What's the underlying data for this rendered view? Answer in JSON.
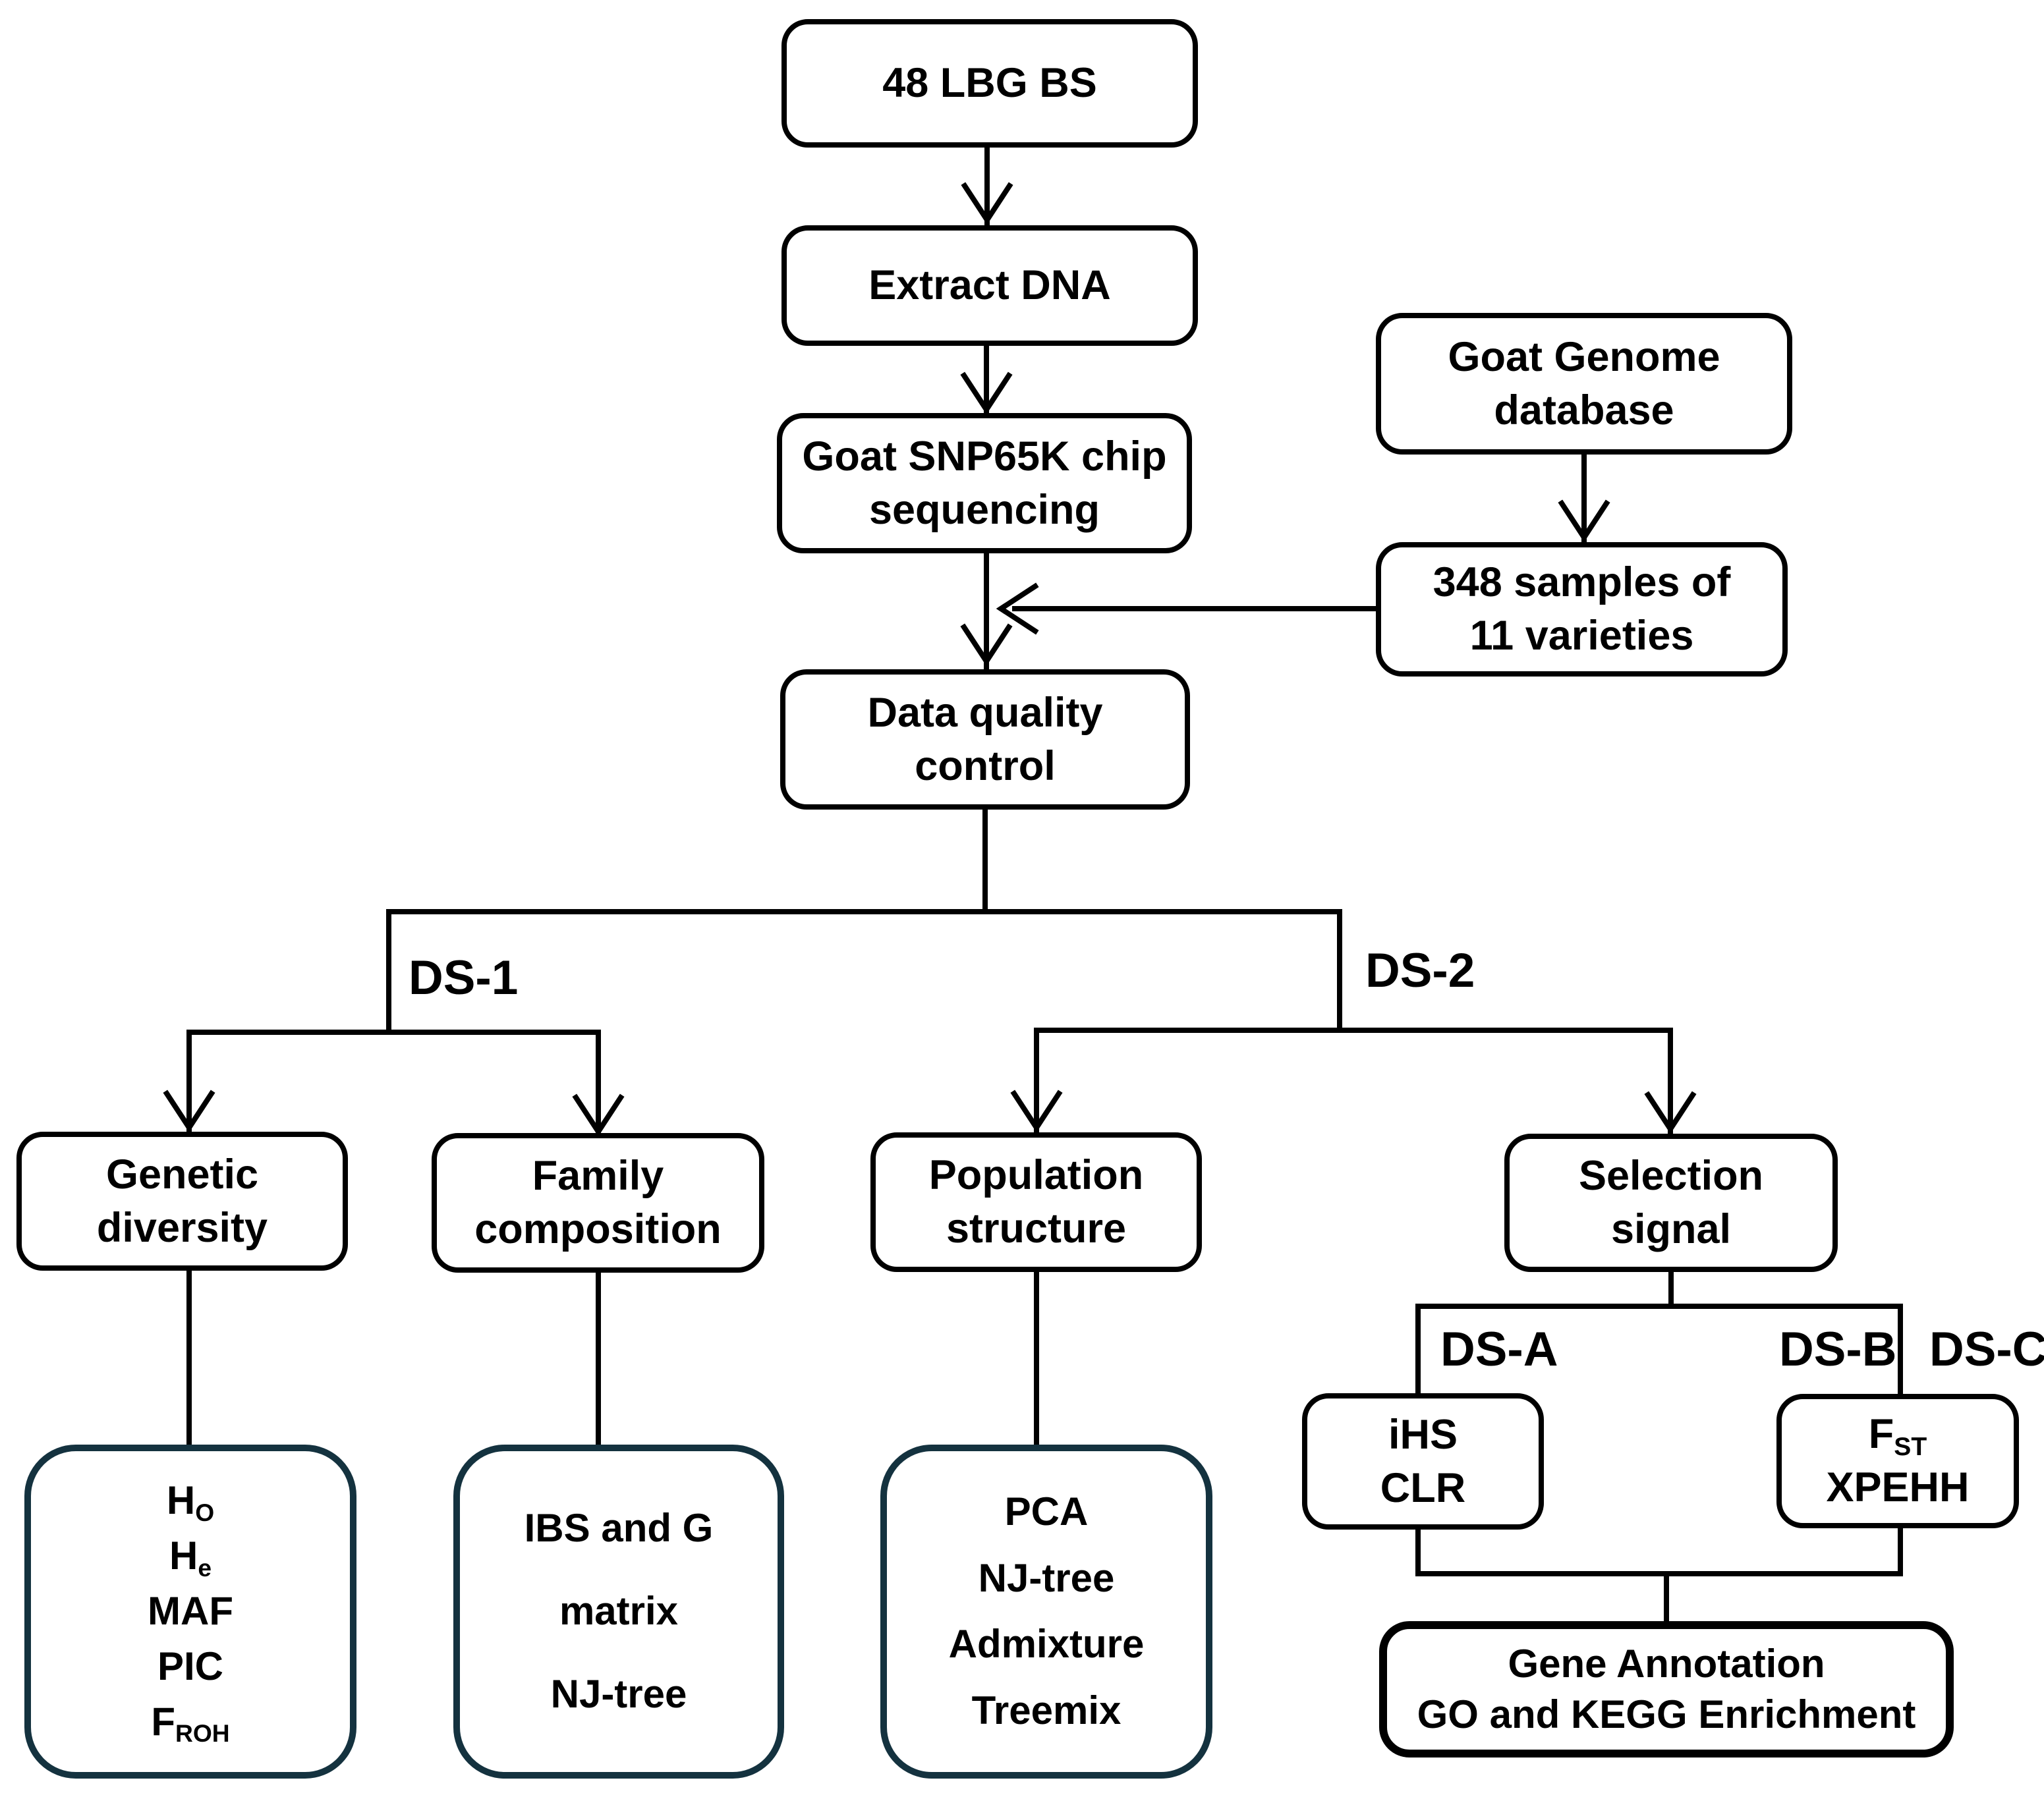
{
  "figure": {
    "background_color": "#ffffff",
    "line_color": "#000000",
    "accent_border_color": "#14323f"
  },
  "nodes": {
    "lbg_bs": {
      "lines": [
        "48 LBG BS"
      ]
    },
    "extract_dna": {
      "lines": [
        "Extract DNA"
      ]
    },
    "snp_chip": {
      "lines": [
        "Goat SNP65K chip",
        "sequencing"
      ]
    },
    "goat_genome_db": {
      "lines": [
        "Goat Genome",
        "database"
      ]
    },
    "samples_348": {
      "lines": [
        "348 samples of",
        "11 varieties"
      ]
    },
    "data_qc": {
      "lines": [
        "Data quality",
        "control"
      ]
    },
    "genetic_diversity": {
      "lines": [
        "Genetic",
        "diversity"
      ]
    },
    "family_composition": {
      "lines": [
        "Family",
        "composition"
      ]
    },
    "population_structure": {
      "lines": [
        "Population",
        "structure"
      ]
    },
    "selection_signal": {
      "lines": [
        "Selection",
        "signal"
      ]
    },
    "ihs_clr": {
      "lines": [
        "iHS",
        "CLR"
      ]
    },
    "fst_xpehh": {
      "line1_base": "F",
      "line1_sub": "ST",
      "line2": "XPEHH"
    },
    "gene_annotation": {
      "lines": [
        "Gene Annotation",
        "GO and KEGG Enrichment"
      ]
    },
    "diversity_metrics": {
      "items": [
        {
          "base": "H",
          "sub": "O"
        },
        {
          "base": "H",
          "sub": "e"
        },
        {
          "base": "MAF",
          "sub": ""
        },
        {
          "base": "PIC",
          "sub": ""
        },
        {
          "base": "F",
          "sub": "ROH"
        }
      ]
    },
    "family_methods": {
      "lines": [
        "IBS and G",
        "matrix",
        "NJ-tree"
      ]
    },
    "structure_methods": {
      "lines": [
        "PCA",
        "NJ-tree",
        "Admixture",
        "Treemix"
      ]
    }
  },
  "branch_labels": {
    "ds1": "DS-1",
    "ds2": "DS-2",
    "dsa": "DS-A",
    "dsb": "DS-B",
    "dsc": "DS-C"
  }
}
